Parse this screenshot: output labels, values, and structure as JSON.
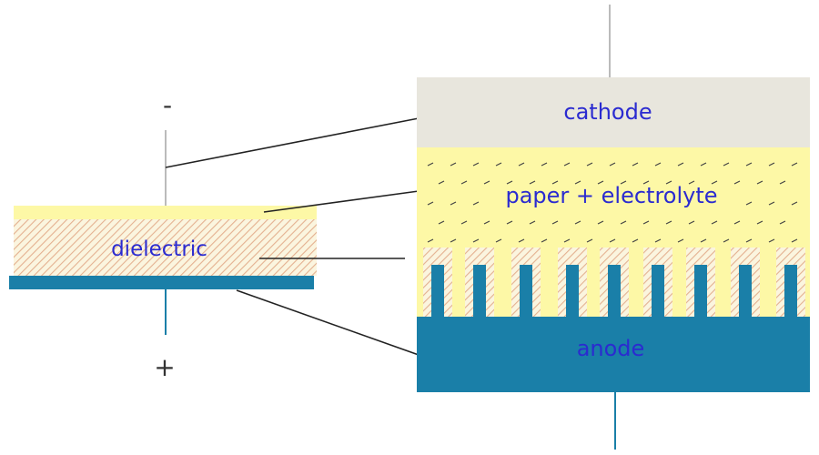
{
  "labels": {
    "minus": "-",
    "plus": "+",
    "dielectric": "dielectric",
    "cathode": "cathode",
    "electrolyte": "paper + electrolyte",
    "anode": "anode"
  },
  "colors": {
    "cathode": "#e8e6dd",
    "electrolyte": "#fdf8a6",
    "anode": "#1a7fa8",
    "dielectric_hatch": "#e4b190",
    "dielectric_bg": "#fbf5df",
    "label_text": "#2b2bd0",
    "leader_line": "#222222",
    "terminal_line": "#bbbbbb"
  }
}
